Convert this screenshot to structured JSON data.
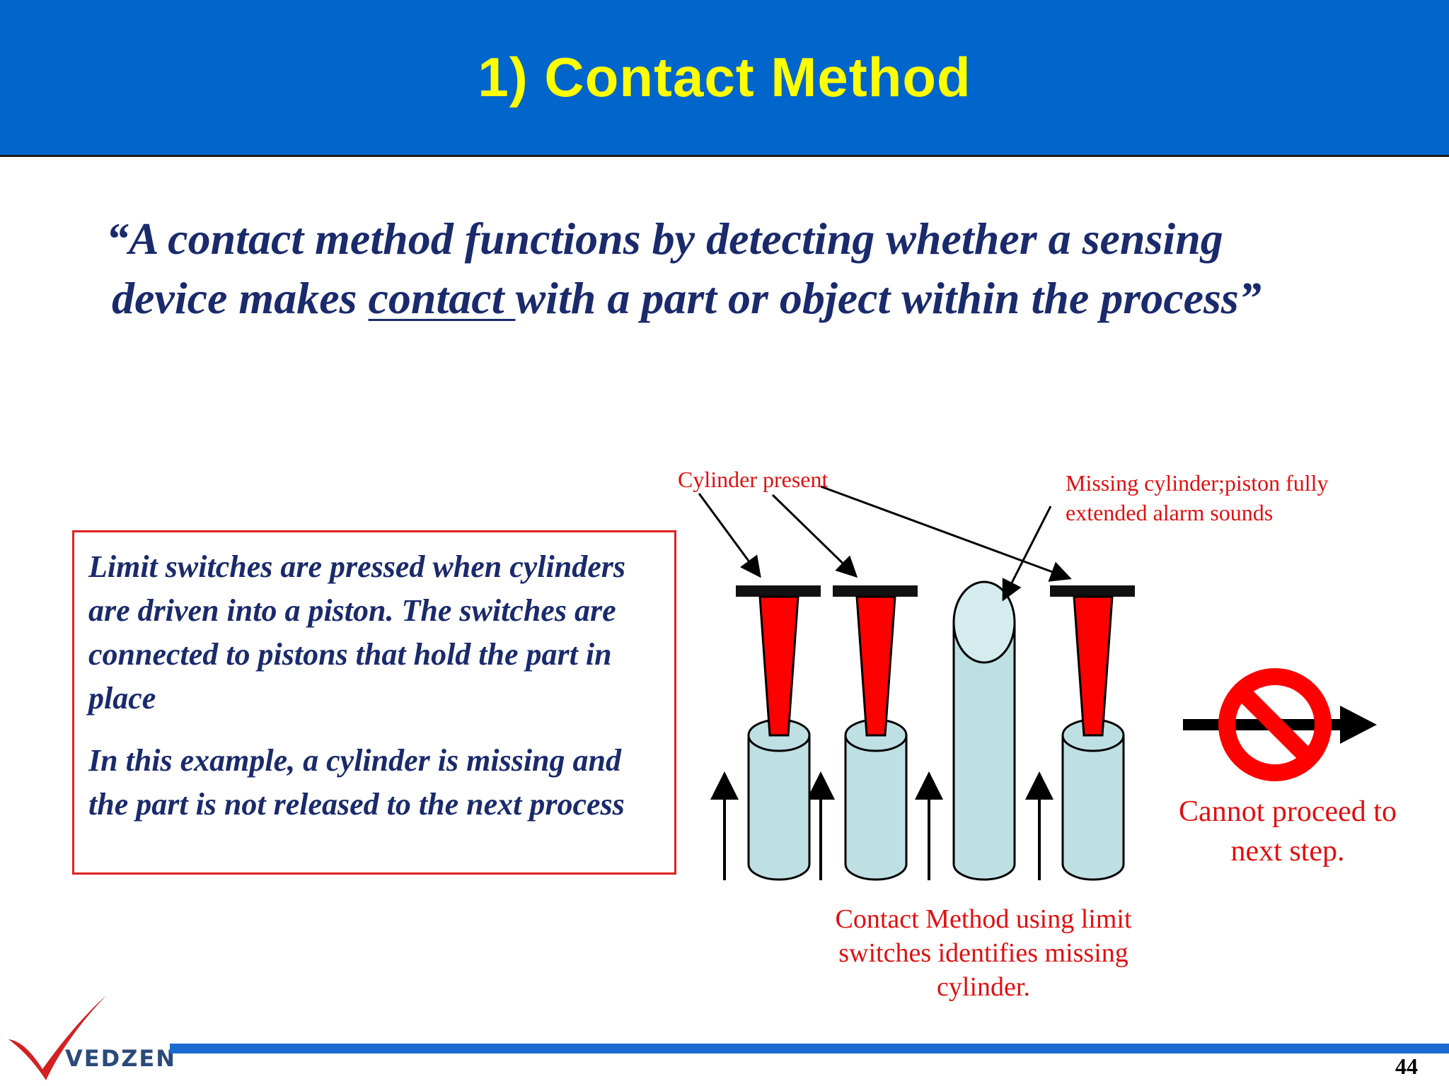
{
  "slide": {
    "title": "1) Contact Method",
    "quote_part1": "“A contact method functions by detecting whether a sensing",
    "quote_part2a": "device makes ",
    "quote_underline": "contact ",
    "quote_part2b": "with a part or object within the process”",
    "description": [
      "Limit switches are pressed when cylinders are driven into a piston. The switches are connected to pistons that hold the part in place",
      "In this example, a cylinder is missing and the part is not released to the next process"
    ]
  },
  "diagram": {
    "label_present": "Cylinder present",
    "label_missing": "Missing cylinder;piston fully extended alarm sounds",
    "caption": "Contact Method using limit switches identifies missing cylinder.",
    "cannot_proceed": "Cannot proceed to next step.",
    "colors": {
      "switch_red": "#ff0000",
      "cylinder_fill": "#bfe0e3",
      "prohibit_red": "#ff0000",
      "label_red": "#e01010"
    },
    "icons": [
      "arrow-up-icon",
      "prohibited-icon",
      "arrow-right-icon"
    ]
  },
  "footer": {
    "logo_text": "VEDZEN",
    "page_number": "44"
  }
}
